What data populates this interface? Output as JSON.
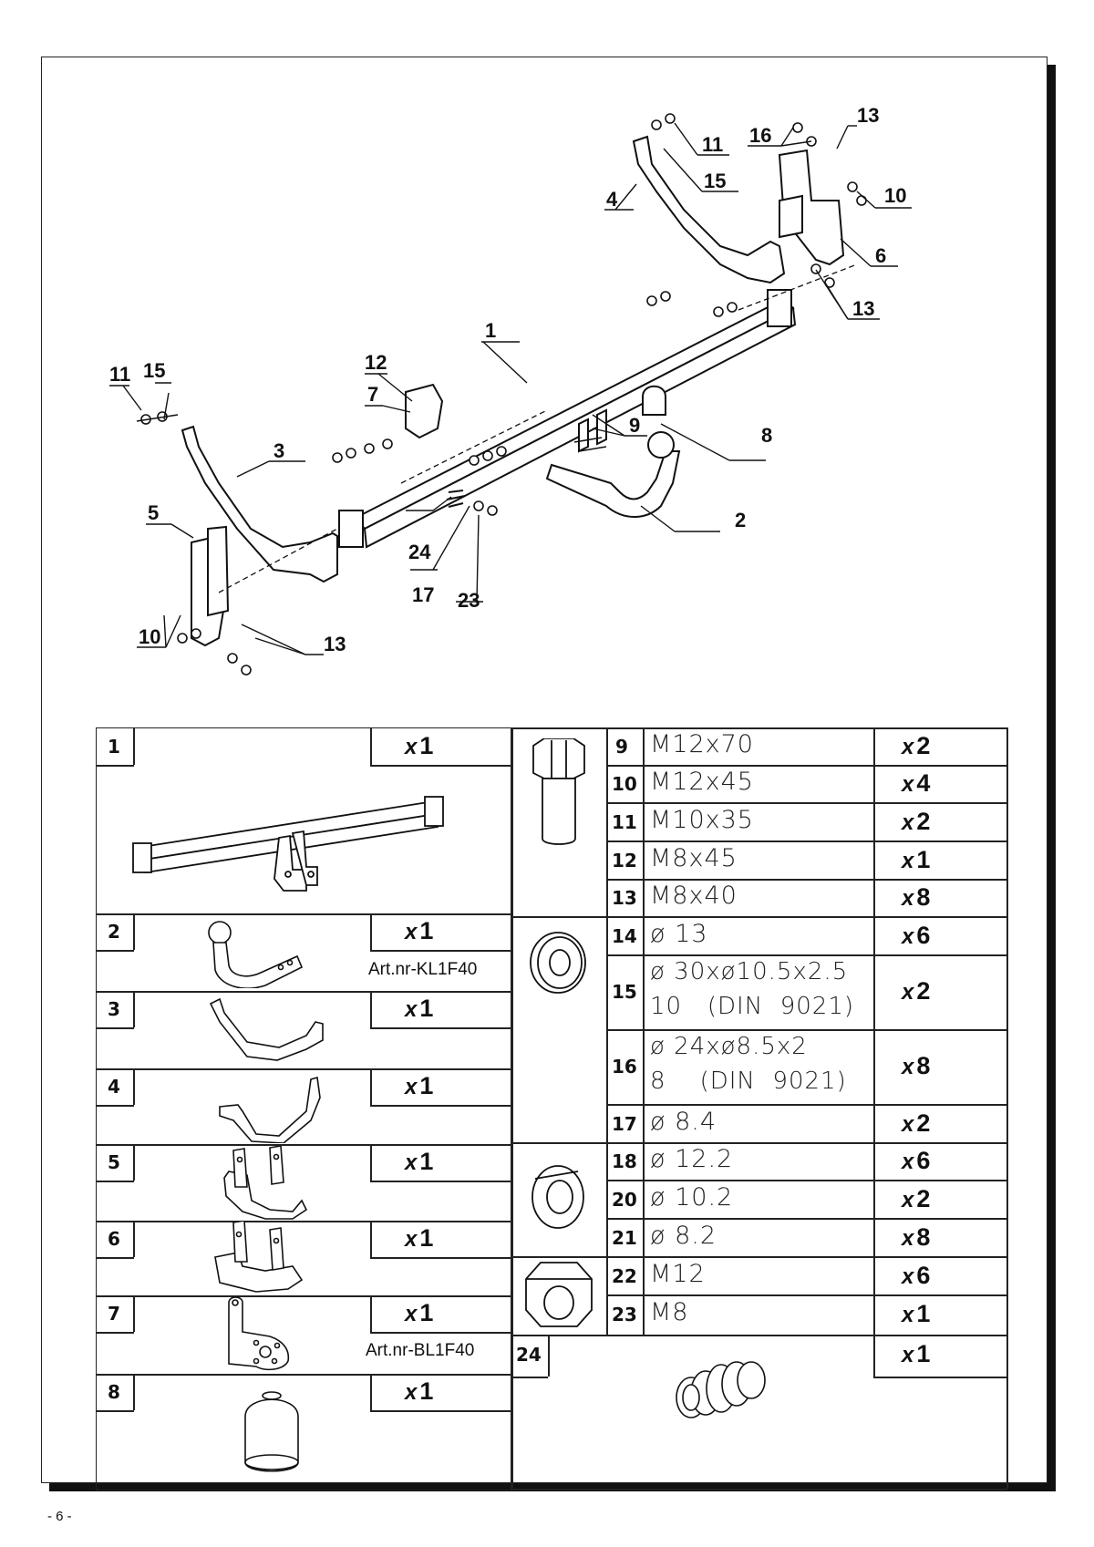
{
  "callouts": {
    "c1": "1",
    "c2": "2",
    "c3": "3",
    "c4": "4",
    "c5": "5",
    "c6": "6",
    "c7": "7",
    "c8": "8",
    "c9": "9",
    "c10": "10",
    "c11": "11",
    "c12": "12",
    "c13": "13",
    "c15": "15",
    "c16": "16",
    "c17": "17",
    "c23": "23",
    "c24": "24"
  },
  "parts_left": [
    {
      "num": "1",
      "qty": "1"
    },
    {
      "num": "2",
      "qty": "1",
      "art": "Art.nr-KL1F40"
    },
    {
      "num": "3",
      "qty": "1"
    },
    {
      "num": "4",
      "qty": "1"
    },
    {
      "num": "5",
      "qty": "1"
    },
    {
      "num": "6",
      "qty": "1"
    },
    {
      "num": "7",
      "qty": "1",
      "art": "Art.nr-BL1F40"
    },
    {
      "num": "8",
      "qty": "1"
    }
  ],
  "parts_right": [
    {
      "num": "9",
      "desc": "M12x70",
      "qty": "2"
    },
    {
      "num": "10",
      "desc": "M12x45",
      "qty": "4"
    },
    {
      "num": "11",
      "desc": "M10x35",
      "qty": "2"
    },
    {
      "num": "12",
      "desc": "M8x45",
      "qty": "1"
    },
    {
      "num": "13",
      "desc": "M8x40",
      "qty": "8"
    },
    {
      "num": "14",
      "desc": "ø 13",
      "qty": "6"
    },
    {
      "num": "15",
      "desc": "ø 30xø10.5x2.5",
      "desc2": "10   (DIN  9021)",
      "qty": "2"
    },
    {
      "num": "16",
      "desc": "ø 24xø8.5x2",
      "desc2": "8    (DIN  9021)",
      "qty": "8"
    },
    {
      "num": "17",
      "desc": "ø 8.4",
      "qty": "2"
    },
    {
      "num": "18",
      "desc": "ø 12.2",
      "qty": "6"
    },
    {
      "num": "20",
      "desc": "ø 10.2",
      "qty": "2"
    },
    {
      "num": "21",
      "desc": "ø 8.2",
      "qty": "8"
    },
    {
      "num": "22",
      "desc": "M12",
      "qty": "6"
    },
    {
      "num": "23",
      "desc": "M8",
      "qty": "1"
    },
    {
      "num": "24",
      "qty": "1"
    }
  ],
  "qty_prefix": "x",
  "page_number": "- 6 -"
}
